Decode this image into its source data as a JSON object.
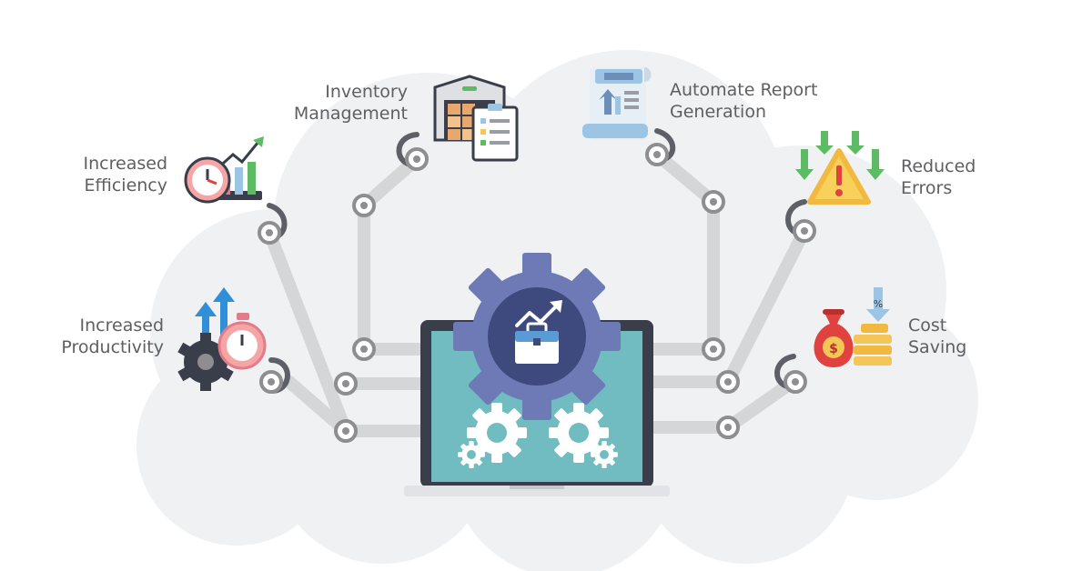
{
  "benefits": {
    "increased_efficiency": {
      "line1": "Increased",
      "line2": "Efficiency",
      "icon": "clock-chart-icon"
    },
    "inventory_management": {
      "line1": "Inventory",
      "line2": "Management",
      "icon": "warehouse-icon"
    },
    "automate_report": {
      "line1": "Automate Report",
      "line2": "Generation",
      "icon": "report-scroll-icon"
    },
    "reduced_errors": {
      "line1": "Reduced",
      "line2": "Errors",
      "icon": "warning-icon"
    },
    "increased_productivity": {
      "line1": "Increased",
      "line2": "Productivity",
      "icon": "gear-stopwatch-icon"
    },
    "cost_saving": {
      "line1": "Cost",
      "line2": "Saving",
      "icon": "money-bag-icon"
    }
  },
  "center": {
    "icon": "laptop-gear-briefcase-icon"
  },
  "colors": {
    "cloud": "#eff1f3",
    "arm": "#d5d6d8",
    "joint": "#8e8e91",
    "laptop_frame": "#3a3d4a",
    "screen": "#70bcc1",
    "gear": "#6d7ab6",
    "gear_inner": "#3e4a7e"
  }
}
